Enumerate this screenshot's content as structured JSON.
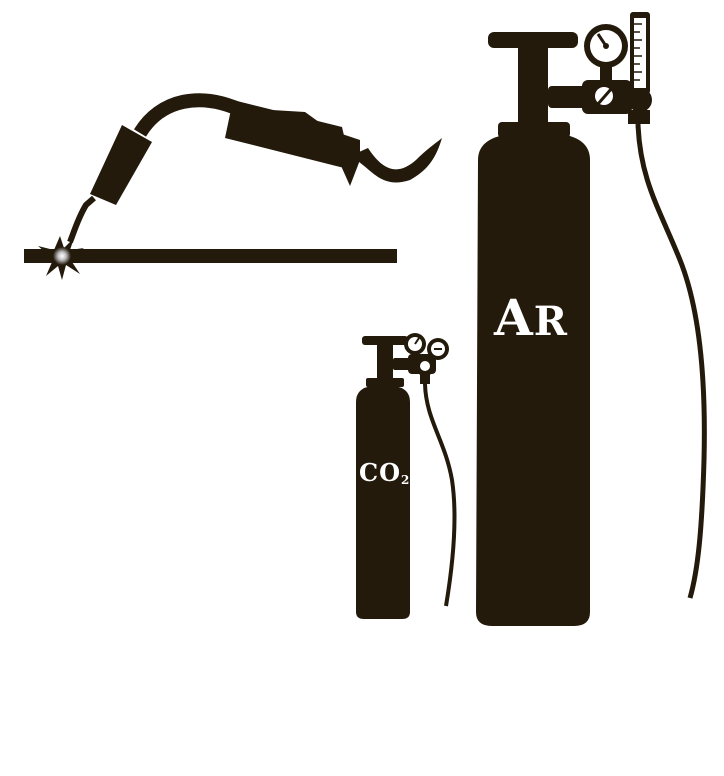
{
  "cylinders": {
    "argon": {
      "label_main": "A",
      "label_rest": "R"
    },
    "co2": {
      "label_main": "CO",
      "label_sub": "2"
    }
  },
  "colors": {
    "ink": "#231a0c",
    "background": "#ffffff",
    "label": "#ffffff"
  },
  "icons": [
    "welding-torch-icon",
    "spark-icon",
    "argon-cylinder-icon",
    "co2-cylinder-icon",
    "pressure-gauge-icon",
    "flowmeter-icon",
    "gas-hose-icon"
  ]
}
